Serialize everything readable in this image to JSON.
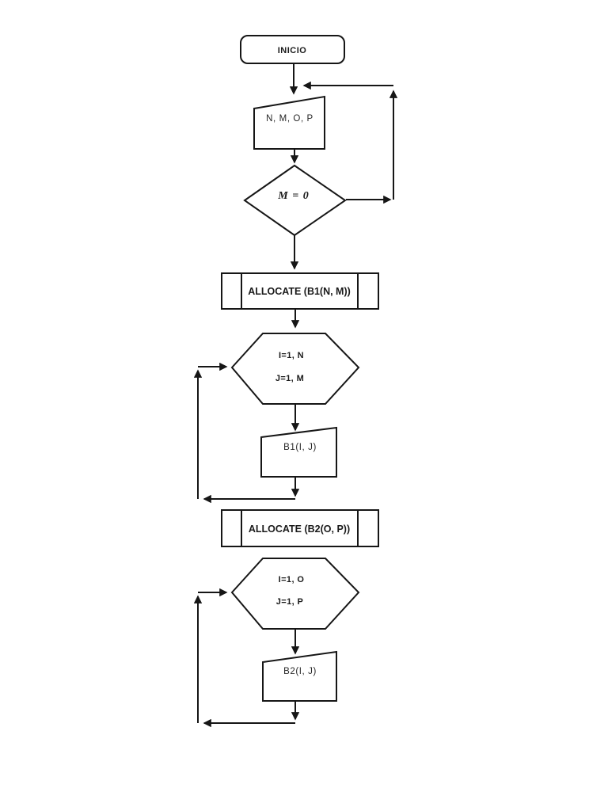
{
  "page": {
    "background": "#ffffff",
    "ink": "#161616"
  },
  "flowchart": {
    "nodes": {
      "start": {
        "type": "terminator",
        "label": "INICIO"
      },
      "input": {
        "type": "manual-input",
        "label": "N, M, O, P"
      },
      "decision": {
        "type": "decision",
        "label": "M = 0"
      },
      "allocate1": {
        "type": "predefined-process",
        "label": "ALLOCATE (B1(N, M))"
      },
      "loop1": {
        "type": "loop-hexagon",
        "lines": [
          "I=1, N",
          "J=1, M"
        ]
      },
      "b1": {
        "type": "manual-input",
        "label": "B1(I, J)"
      },
      "allocate2": {
        "type": "predefined-process",
        "label": "ALLOCATE (B2(O, P))"
      },
      "loop2": {
        "type": "loop-hexagon",
        "lines": [
          "I=1, O",
          "J=1, P"
        ]
      },
      "b2": {
        "type": "manual-input",
        "label": "B2(I, J)"
      }
    }
  }
}
